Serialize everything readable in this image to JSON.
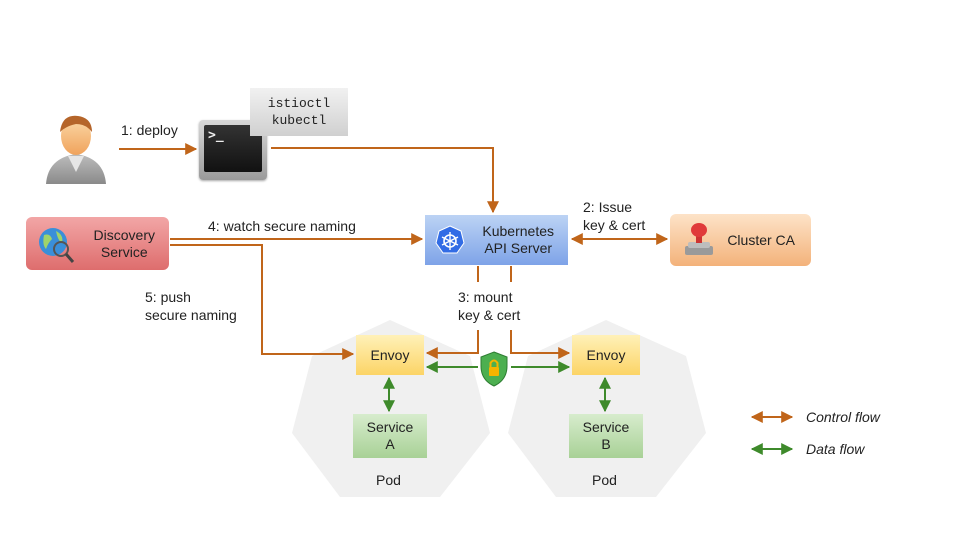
{
  "diagram": {
    "type": "architecture-flow",
    "actors": {
      "user": {
        "icon": "user-icon"
      },
      "terminal": {
        "icon": "terminal-icon",
        "prompt": ">_"
      },
      "cli_tools": [
        "istioctl",
        "kubectl"
      ]
    },
    "nodes": {
      "discovery": {
        "line1": "Discovery",
        "line2": "Service",
        "icon": "globe-search-icon"
      },
      "k8s": {
        "line1": "Kubernetes",
        "line2": "API Server",
        "icon": "kubernetes-icon"
      },
      "ca": {
        "label": "Cluster CA",
        "icon": "stamp-icon"
      },
      "envoy_a": {
        "label": "Envoy"
      },
      "envoy_b": {
        "label": "Envoy"
      },
      "service_a": {
        "line1": "Service",
        "line2": "A"
      },
      "service_b": {
        "line1": "Service",
        "line2": "B"
      },
      "pod_a": {
        "label": "Pod"
      },
      "pod_b": {
        "label": "Pod"
      },
      "secure_channel": {
        "icon": "shield-lock-icon"
      }
    },
    "edges": {
      "deploy": {
        "label": "1: deploy",
        "type": "control"
      },
      "issue": {
        "line1": "2: Issue",
        "line2": "key & cert",
        "type": "control"
      },
      "mount": {
        "line1": "3: mount",
        "line2": "key & cert",
        "type": "control"
      },
      "watch": {
        "label": "4: watch secure naming",
        "type": "control"
      },
      "push": {
        "line1": "5: push",
        "line2": "secure naming",
        "type": "control"
      }
    },
    "legend": {
      "control": {
        "label": "Control flow",
        "color": "#c0651a"
      },
      "data": {
        "label": "Data flow",
        "color": "#3e8a2b"
      }
    }
  }
}
